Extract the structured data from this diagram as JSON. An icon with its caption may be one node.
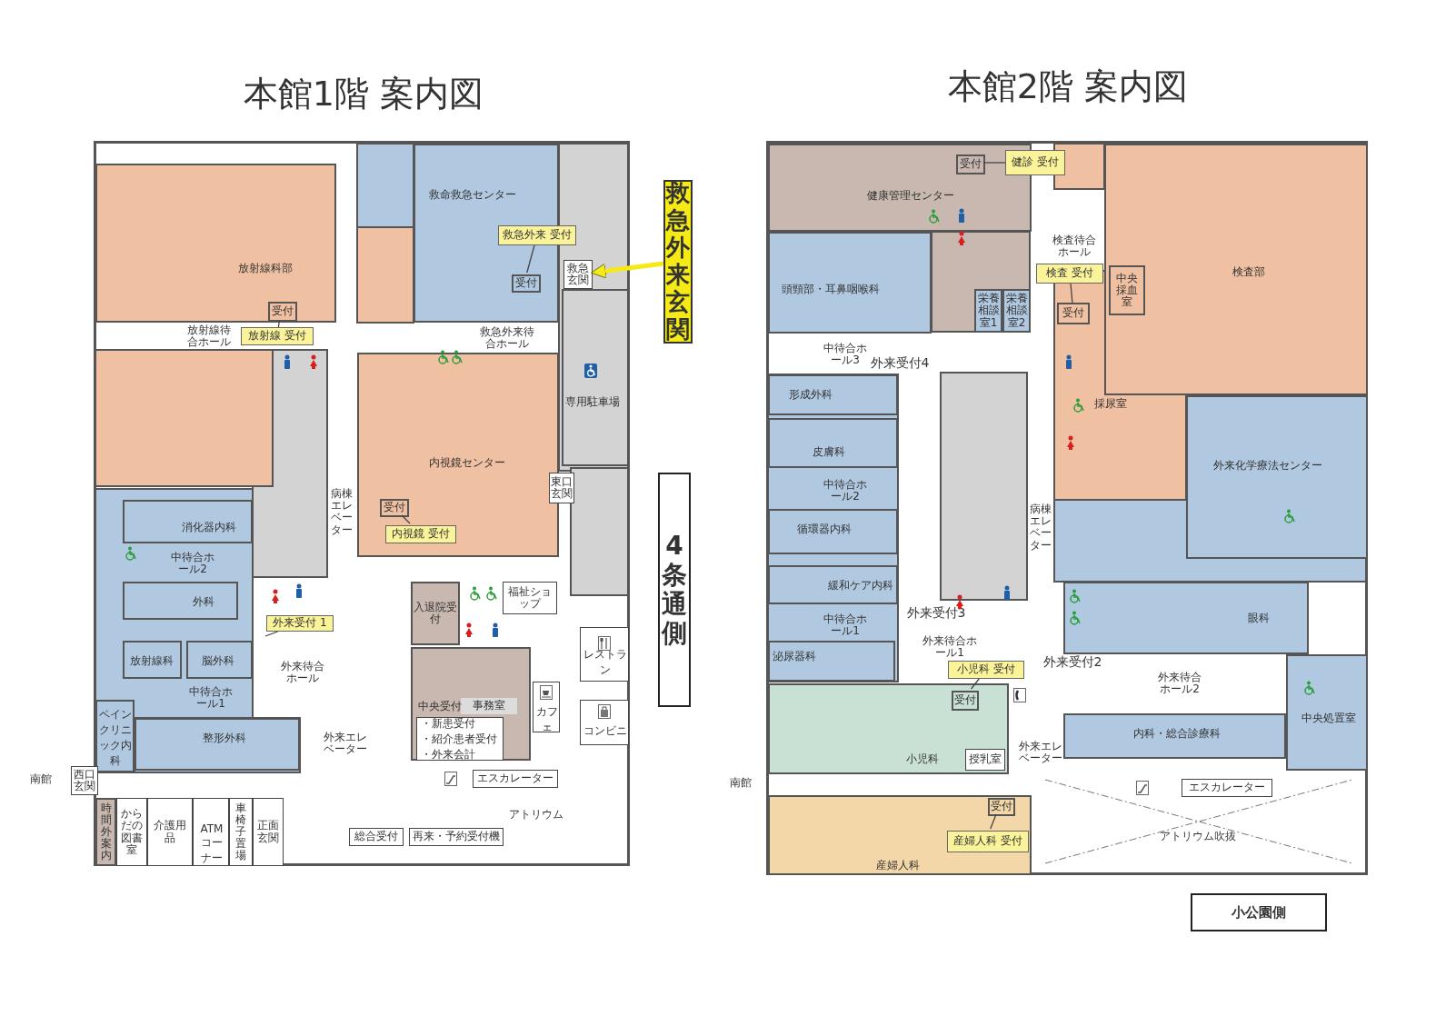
{
  "diagram": {
    "nodes": [
      {
        "text": [
          "本館1階 案内図"
        ]
      },
      {
        "text": [
          "放射線科部"
        ],
        "in": 0
      },
      {
        "text": [
          "受付"
        ],
        "in": 1
      },
      {
        "text": [
          "放射線 受付"
        ],
        "in": 0
      },
      {
        "text": [
          "救命救急センター"
        ],
        "in": 0
      },
      {
        "text": [
          "受付"
        ],
        "in": 4
      },
      {
        "text": [
          "救急外来 受付"
        ],
        "in": 0
      },
      {
        "text": [
          "救急玄関"
        ],
        "in": 0
      },
      {
        "text": [
          "専用駐車場"
        ],
        "in": 0
      },
      {
        "text": [
          "内視鏡センター"
        ],
        "in": 0
      },
      {
        "text": [
          "受付"
        ],
        "in": 9
      },
      {
        "text": [
          "内視鏡 受付"
        ],
        "in": 9
      },
      {
        "text": [
          "東口玄関"
        ],
        "in": 0
      },
      {
        "text": [
          "消化器内科"
        ],
        "in": 0
      },
      {
        "text": [
          "外科"
        ],
        "in": 0
      },
      {
        "text": [
          "外来受付 1"
        ],
        "in": 0
      },
      {
        "text": [
          "放射線科"
        ],
        "in": 0
      },
      {
        "text": [
          "脳外科"
        ],
        "in": 0
      },
      {
        "text": [
          "ペインクリニック内科"
        ],
        "in": 0
      },
      {
        "text": [
          "整形外科"
        ],
        "in": 0
      },
      {
        "text": [
          "西口玄関"
        ]
      },
      {
        "text": [
          "入退院受付"
        ],
        "in": 0
      },
      {
        "text": [
          "福祉ショップ"
        ],
        "in": 0
      },
      {
        "text": [
          "中央受付"
        ],
        "in": 0
      },
      {
        "text": [
          "事務室"
        ],
        "in": 23
      },
      {
        "text": [
          "・新患受付",
          "・紹介患者受付",
          "・外来会計"
        ],
        "in": 23
      },
      {
        "text": [
          "カフェ"
        ],
        "in": 0
      },
      {
        "text": [
          "レストラン"
        ],
        "in": 0
      },
      {
        "text": [
          "コンビニ"
        ],
        "in": 0
      },
      {
        "text": [
          "エスカレーター"
        ],
        "in": 0
      },
      {
        "text": [
          "時間外案内"
        ],
        "in": 0
      },
      {
        "text": [
          "からだの図書室"
        ],
        "in": 0
      },
      {
        "text": [
          "介護用品"
        ],
        "in": 0
      },
      {
        "text": [
          "ATMコーナー"
        ],
        "in": 0
      },
      {
        "text": [
          "車椅子置場"
        ],
        "in": 0
      },
      {
        "text": [
          "正面玄関"
        ],
        "in": 0
      },
      {
        "text": [
          "総合受付"
        ],
        "in": 0
      },
      {
        "text": [
          "再来・予約受付機"
        ],
        "in": 0
      },
      {
        "text": [
          "救急外来玄関"
        ]
      },
      {
        "text": [
          "4条通側"
        ]
      },
      {
        "text": [
          "本館2階 案内図"
        ]
      },
      {
        "text": [
          "健康管理センター"
        ],
        "in": 40
      },
      {
        "text": [
          "受付"
        ],
        "in": 41
      },
      {
        "text": [
          "健診 受付"
        ],
        "in": 40
      },
      {
        "text": [
          "頭頸部・耳鼻咽喉科"
        ],
        "in": 40
      },
      {
        "text": [
          "栄養相談室1"
        ],
        "in": 40
      },
      {
        "text": [
          "栄養相談室2"
        ],
        "in": 40
      },
      {
        "text": [
          "検査部"
        ],
        "in": 40
      },
      {
        "text": [
          "受付"
        ],
        "in": 40
      },
      {
        "text": [
          "中央採血室"
        ],
        "in": 47
      },
      {
        "text": [
          "検査 受付"
        ],
        "in": 40
      },
      {
        "text": [
          "形成外科"
        ],
        "in": 40
      },
      {
        "text": [
          "皮膚科"
        ],
        "in": 40
      },
      {
        "text": [
          "循環器内科"
        ],
        "in": 40
      },
      {
        "text": [
          "外来化学療法センター"
        ],
        "in": 40
      },
      {
        "text": [
          "緩和ケア内科"
        ],
        "in": 40
      },
      {
        "text": [
          "泌尿器科"
        ],
        "in": 40
      },
      {
        "text": [
          "小児科"
        ],
        "in": 40
      },
      {
        "text": [
          "受付"
        ],
        "in": 57
      },
      {
        "text": [
          "授乳室"
        ],
        "in": 57
      },
      {
        "text": [
          "小児科 受付"
        ],
        "in": 40
      },
      {
        "text": [
          "眼科"
        ],
        "in": 40
      },
      {
        "text": [
          "内科・総合診療科"
        ],
        "in": 40
      },
      {
        "text": [
          "中央処置室"
        ],
        "in": 40
      },
      {
        "text": [
          "エスカレーター"
        ],
        "in": 40
      },
      {
        "text": [
          "産婦人科"
        ],
        "in": 40
      },
      {
        "text": [
          "受付"
        ],
        "in": 65
      },
      {
        "text": [
          "産婦人科 受付"
        ],
        "in": 65
      },
      {
        "text": [
          "小公園側"
        ]
      }
    ],
    "edges": [
      {
        "from": 3,
        "to": 2,
        "arrow": "none"
      },
      {
        "from": 6,
        "to": 5,
        "arrow": "none"
      },
      {
        "from": 11,
        "to": 10,
        "arrow": "none"
      },
      {
        "from": 15,
        "to": null,
        "arrow": "none"
      },
      {
        "from": 43,
        "to": 42,
        "arrow": "none"
      },
      {
        "from": 50,
        "to": 48,
        "arrow": "none"
      },
      {
        "from": 60,
        "to": 58,
        "arrow": "none"
      },
      {
        "from": 67,
        "to": 66,
        "arrow": "none"
      },
      {
        "from": 38,
        "to": 7,
        "arrow": "to",
        "style": "thick",
        "color": "#f5ea16"
      }
    ],
    "labels": [
      "放射線待合ホール",
      "救急外来待合ホール",
      "病棟エレベーター",
      "中待合ホール2",
      "外来待合ホール",
      "中待合ホール1",
      "外来エレベーター",
      "南館",
      "アトリウム",
      "中待合ホール3",
      "外来受付4",
      "検査待合ホール",
      "採尿室",
      "中待合ホール2",
      "病棟エレベーター",
      "外来受付3",
      "中待合ホール1",
      "外来待合ホール1",
      "外来エレベーター",
      "外来受付2",
      "外来待合ホール2",
      "南館",
      "アトリウム吹抜"
    ]
  }
}
